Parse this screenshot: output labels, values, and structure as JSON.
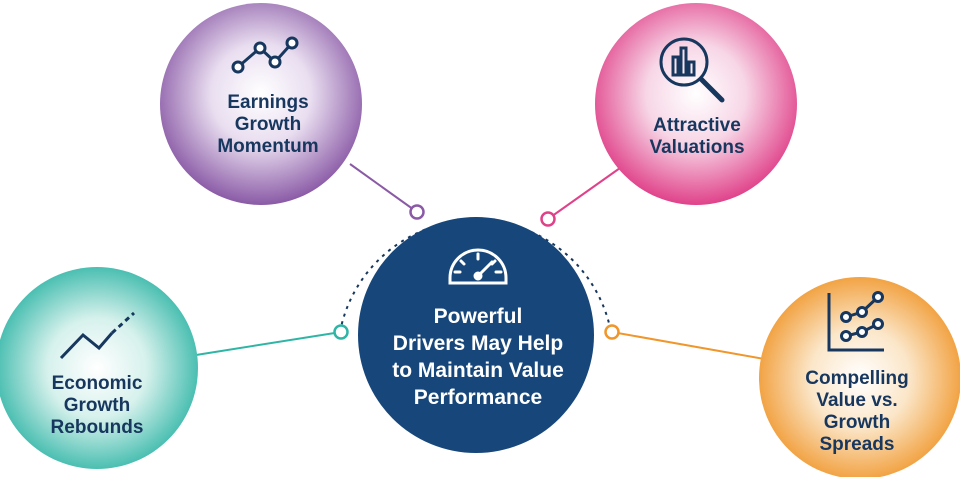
{
  "center": {
    "lines": [
      "Powerful",
      "Drivers May Help",
      "to Maintain Value",
      "Performance"
    ],
    "icon": "speedometer-icon",
    "color": "#17477a"
  },
  "nodes": [
    {
      "id": "earnings",
      "lines": [
        "Earnings",
        "Growth",
        "Momentum"
      ],
      "icon": "line-chart-dots-icon",
      "color": "#8a5aa6",
      "connector_color": "#8a5aa6"
    },
    {
      "id": "valuations",
      "lines": [
        "Attractive",
        "Valuations"
      ],
      "icon": "magnifier-bar-chart-icon",
      "color": "#e0428a",
      "connector_color": "#e0428a"
    },
    {
      "id": "economic",
      "lines": [
        "Economic",
        "Growth",
        "Rebounds"
      ],
      "icon": "trend-up-line-icon",
      "color": "#2fb5a6",
      "connector_color": "#2fb5a6"
    },
    {
      "id": "spreads",
      "lines": [
        "Compelling",
        "Value vs.",
        "Growth",
        "Spreads"
      ],
      "icon": "two-series-line-chart-icon",
      "color": "#f0962a",
      "connector_color": "#f0962a"
    }
  ],
  "arc_color": "#17375e"
}
